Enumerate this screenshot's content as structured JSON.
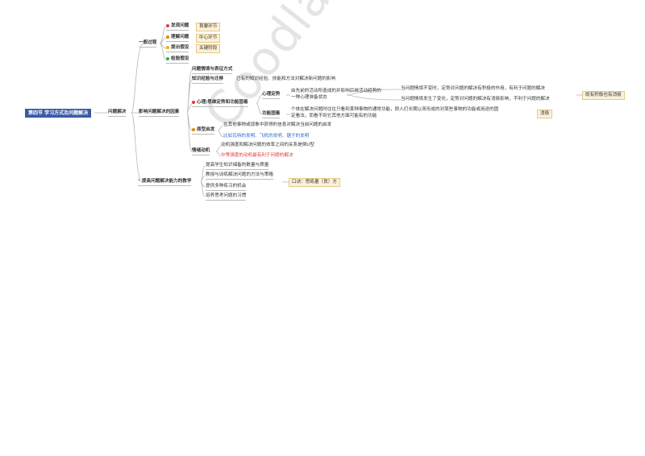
{
  "watermark": "Coodlaris",
  "root": "第四节 学习方式及问题解决",
  "l1": "问题解决",
  "general": {
    "title": "一般过程",
    "steps": [
      {
        "label": "发现问题",
        "tag": "首要环节"
      },
      {
        "label": "理解问题",
        "tag": "中心环节"
      },
      {
        "label": "提出假设",
        "tag": "关键阶段"
      },
      {
        "label": "检验假设",
        "tag": ""
      }
    ]
  },
  "factors": {
    "title": "影响问题解决的因素",
    "rep": "问题情境与表征方式",
    "transfer": {
      "label": "知识经验与迁移",
      "desc": "已有的知识经验、技能和方法对解决新问题的影响"
    },
    "mindset": {
      "label": "心理/思维定势和功能固着",
      "setlabel": "心理定势",
      "setdesc1": "由先前的活动所造成的并影响后继活动趋势的",
      "setdesc2": "一种心理准备状态",
      "same": "当问题情境不变时，定势对问题的解决有积极的作用，有利于问题的解决",
      "changed": "当问题情境发生了变化，定势对问题的解决有消极影响，不利于问题的解决",
      "side": "既有积极也有消极",
      "fixlabel": "功能固着",
      "fixdesc1": "个体在解决问题时往往只看到某种事物的通常功能，即人们长期以来形成的对某些事物的功能或用途的固",
      "fixdesc2": "定看法，而看不到它其他方面可能有的功能",
      "fixtag": "消极"
    },
    "proto": {
      "label": "原型启发",
      "desc": "在其他事物或现象中获得的信息对解决当前问题的启发",
      "examples": "比如瓦特的发明、飞机的发明、锯子的发明"
    },
    "motive": {
      "label": "情绪动机",
      "desc1": "动机强度和解决问题的效率之间的关系是倒U型",
      "desc2": "中等强度的动机最有利于问题的解决"
    }
  },
  "teaching": {
    "title": "提高问题解决能力的教学",
    "items": [
      "提高学生知识储备的数量与质量",
      "教授与训练解决问题的方法与策略",
      "提供多种练习的机会",
      "培养思考问题的习惯"
    ],
    "mnemonic": "口诀：思练量（良）方"
  },
  "colors": {
    "root": "#3b5aa6",
    "accent": "#e23a3a",
    "link": "#2a6ad1",
    "tagbg": "#fbf1d9"
  }
}
